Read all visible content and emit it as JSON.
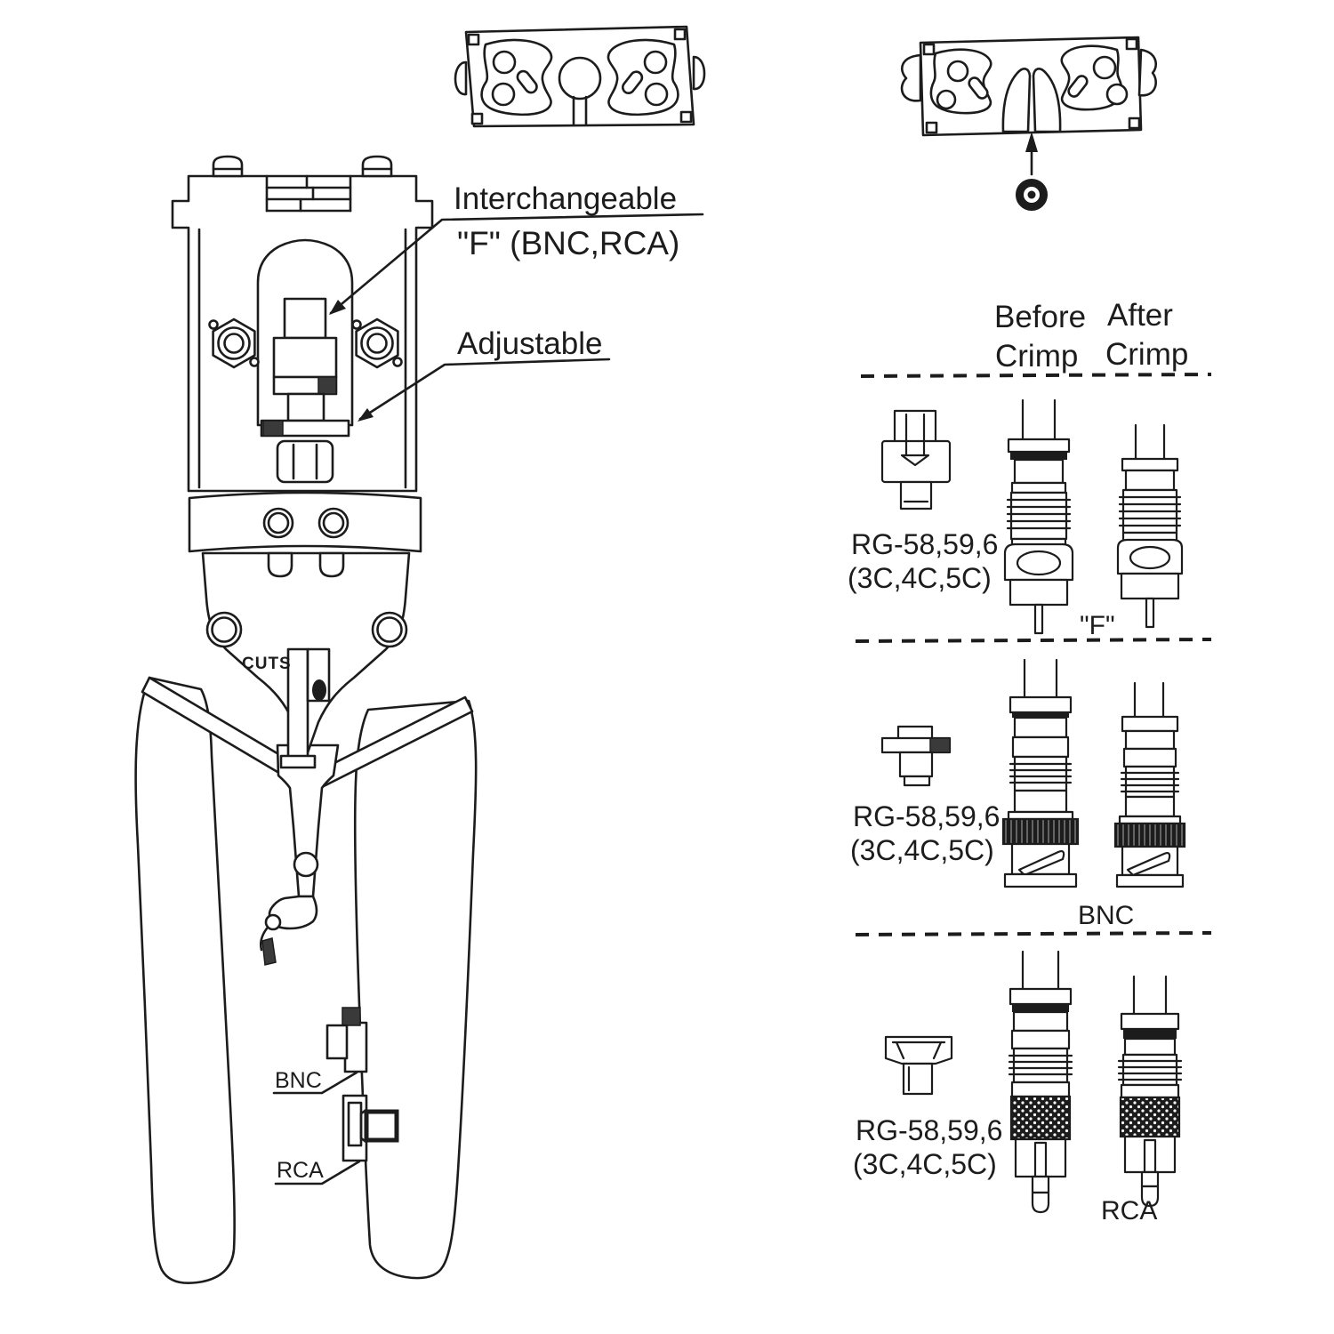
{
  "colors": {
    "ink": "#1c1c1c",
    "paper": "#ffffff"
  },
  "tool": {
    "interchangeable_label": "Interchangeable",
    "interchangeable_sub": "\"F\" (BNC,RCA)",
    "adjustable_label": "Adjustable",
    "cuts_label": "CUTS",
    "bnc_label": "BNC",
    "rca_label": "RCA"
  },
  "column": {
    "before_word": "Before",
    "after_word": "After",
    "crimp_word": "Crimp",
    "rows": [
      {
        "cable": "RG-58,59,6",
        "sizes": "(3C,4C,5C)",
        "connector": "\"F\""
      },
      {
        "cable": "RG-58,59,6",
        "sizes": "(3C,4C,5C)",
        "connector": "BNC"
      },
      {
        "cable": "RG-58,59,6",
        "sizes": "(3C,4C,5C)",
        "connector": "RCA"
      }
    ]
  }
}
